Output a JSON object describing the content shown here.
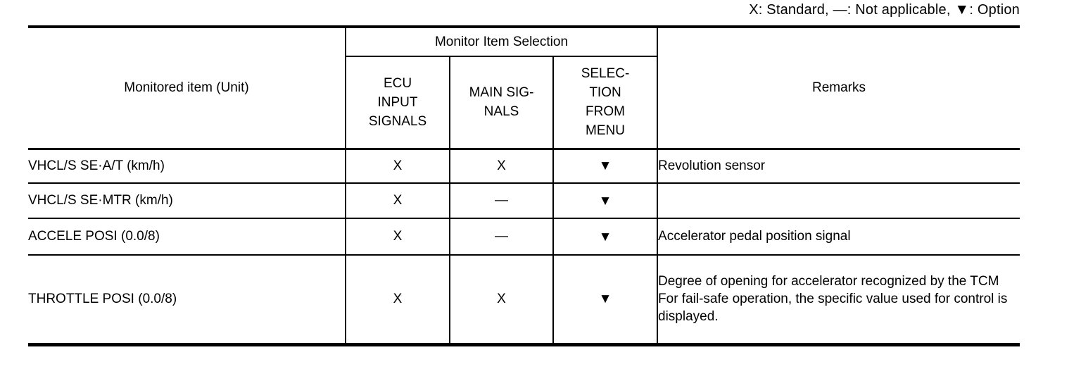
{
  "legend": {
    "part1": "X: Standard, —: Not applicable, ",
    "triangle": "▼",
    "part2": ": Option"
  },
  "table": {
    "headers": {
      "monitored_item": "Monitored item (Unit)",
      "monitor_item_selection": "Monitor Item Selection",
      "ecu_input_signals": "ECU\nINPUT\nSIGNALS",
      "main_signals": "MAIN SIG-\nNALS",
      "selection_from_menu": "SELEC-\nTION\nFROM\nMENU",
      "remarks": "Remarks"
    },
    "rows": [
      {
        "item": "VHCL/S SE·A/T (km/h)",
        "ecu": "X",
        "main": "X",
        "menu": "▼",
        "remarks": "Revolution sensor"
      },
      {
        "item": "VHCL/S SE·MTR (km/h)",
        "ecu": "X",
        "main": "—",
        "menu": "▼",
        "remarks": ""
      },
      {
        "item": "ACCELE POSI (0.0/8)",
        "ecu": "X",
        "main": "—",
        "menu": "▼",
        "remarks": "Accelerator pedal position signal"
      },
      {
        "item": "THROTTLE POSI (0.0/8)",
        "ecu": "X",
        "main": "X",
        "menu": "▼",
        "remarks": "Degree of opening for accelerator recognized by the TCM\nFor fail-safe operation, the specific value used for control is displayed."
      }
    ]
  }
}
